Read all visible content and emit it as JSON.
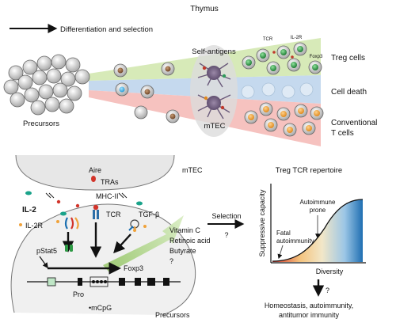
{
  "top": {
    "title": "Thymus",
    "arrow_legend": "Differentiation and selection",
    "precursors": "Precursors",
    "self_antigens": "Self-antigens",
    "mtec": "mTEC",
    "tcr": "TCR",
    "il2r": "IL-2R",
    "foxp3": "Foxp3",
    "outcomes": {
      "treg": "Treg cells",
      "death": "Cell death",
      "conv_line1": "Conventional",
      "conv_line2": "T cells"
    },
    "colors": {
      "treg_band": "#d7eab8",
      "death_band": "#c5d9ee",
      "conv_band": "#f6c2bf",
      "treg_cell": "#2e9a45",
      "death_cell": "#41b3e6",
      "conv_cell": "#f2a23c",
      "early_cell": "#8b5e3c",
      "precursor_cell": "#cfcfcf"
    }
  },
  "bottom_left": {
    "aire": "Aire",
    "tras": "TRAs",
    "mtec": "mTEC",
    "mhc": "MHC-II",
    "tcr": "TCR",
    "il2": "IL-2",
    "il2r": "IL-2R",
    "tgfb": "TGF-β",
    "pstat5": "pStat5",
    "foxp3": "Foxp3",
    "pro": "Pro",
    "mcpg": "•mCpG",
    "precursors": "Precursors",
    "factors": [
      "Vitamin C",
      "Retinoic acid",
      "Butyrate",
      "?"
    ]
  },
  "selection": {
    "label": "Selection",
    "question": "?"
  },
  "repertoire": {
    "title": "Treg TCR repertoire",
    "ylabel": "Suppressive capacity",
    "xlabel": "Diversity",
    "fatal_line1": "Fatal",
    "fatal_line2": "autoimmunity",
    "prone_line1": "Autoimmune",
    "prone_line2": "prone",
    "question": "?",
    "outcome_line1": "Homeostasis, autoimmunity,",
    "outcome_line2": "antitumor immunity"
  }
}
